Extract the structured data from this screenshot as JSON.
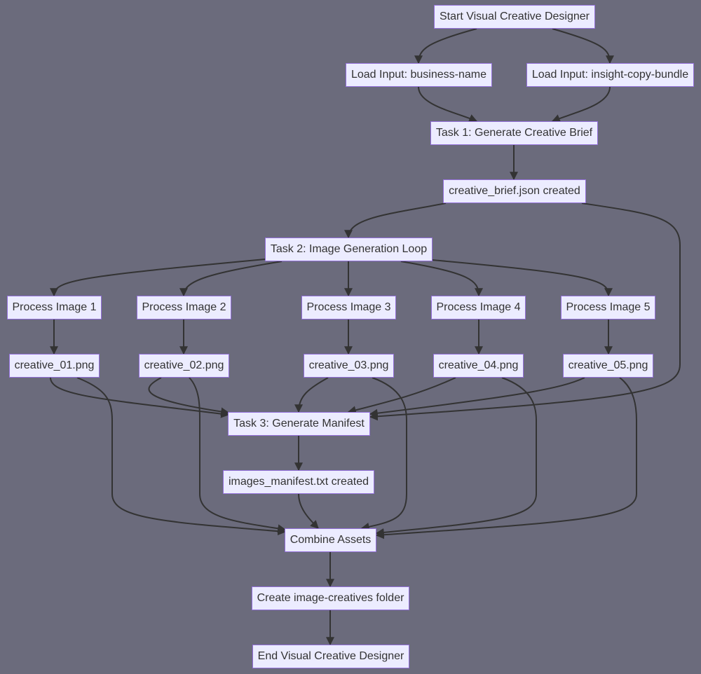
{
  "diagram": {
    "nodes": {
      "start": "Start Visual Creative Designer",
      "load_business": "Load Input: business-name",
      "load_insight": "Load Input: insight-copy-bundle",
      "task1": "Task 1: Generate Creative Brief",
      "brief_created": "creative_brief.json created",
      "task2": "Task 2: Image Generation Loop",
      "process1": "Process Image 1",
      "process2": "Process Image 2",
      "process3": "Process Image 3",
      "process4": "Process Image 4",
      "process5": "Process Image 5",
      "creative1": "creative_01.png",
      "creative2": "creative_02.png",
      "creative3": "creative_03.png",
      "creative4": "creative_04.png",
      "creative5": "creative_05.png",
      "task3": "Task 3: Generate Manifest",
      "manifest_created": "images_manifest.txt created",
      "combine": "Combine Assets",
      "create_folder": "Create image-creatives folder",
      "end": "End Visual Creative Designer"
    },
    "edges": [
      [
        "start",
        "load_business"
      ],
      [
        "start",
        "load_insight"
      ],
      [
        "load_business",
        "task1"
      ],
      [
        "load_insight",
        "task1"
      ],
      [
        "task1",
        "brief_created"
      ],
      [
        "brief_created",
        "task2"
      ],
      [
        "brief_created",
        "task3"
      ],
      [
        "task2",
        "process1"
      ],
      [
        "task2",
        "process2"
      ],
      [
        "task2",
        "process3"
      ],
      [
        "task2",
        "process4"
      ],
      [
        "task2",
        "process5"
      ],
      [
        "process1",
        "creative1"
      ],
      [
        "process2",
        "creative2"
      ],
      [
        "process3",
        "creative3"
      ],
      [
        "process4",
        "creative4"
      ],
      [
        "process5",
        "creative5"
      ],
      [
        "creative1",
        "task3"
      ],
      [
        "creative2",
        "task3"
      ],
      [
        "creative3",
        "task3"
      ],
      [
        "creative4",
        "task3"
      ],
      [
        "creative5",
        "task3"
      ],
      [
        "creative1",
        "combine"
      ],
      [
        "creative2",
        "combine"
      ],
      [
        "creative3",
        "combine"
      ],
      [
        "creative4",
        "combine"
      ],
      [
        "creative5",
        "combine"
      ],
      [
        "task3",
        "manifest_created"
      ],
      [
        "manifest_created",
        "combine"
      ],
      [
        "combine",
        "create_folder"
      ],
      [
        "create_folder",
        "end"
      ]
    ],
    "colors": {
      "background": "#6b6b7c",
      "node_fill": "#ececff",
      "node_border": "#9370db",
      "node_text": "#333333",
      "edge": "#333333"
    }
  }
}
